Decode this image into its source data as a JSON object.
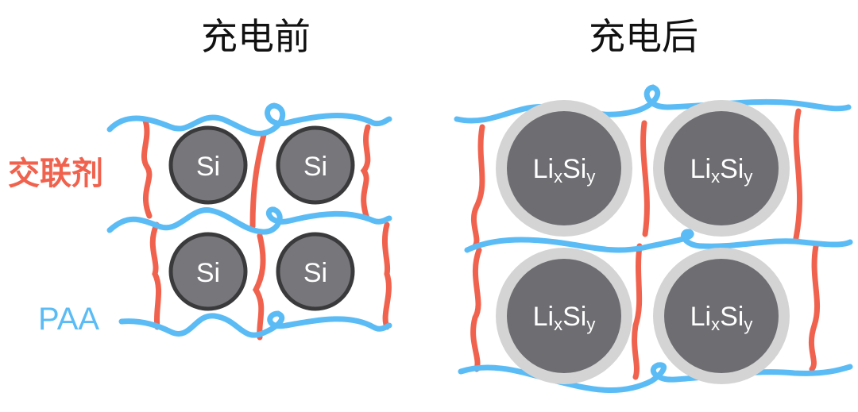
{
  "titles": {
    "before": "充电前",
    "after": "充电后"
  },
  "labels": {
    "crosslinker": "交联剂",
    "paa": "PAA"
  },
  "particles": {
    "before": "Si",
    "after_main": "Li",
    "after_sub_x": "x",
    "after_si": "Si",
    "after_sub_y": "y"
  },
  "colors": {
    "paa": "#5bbcf5",
    "crosslinker": "#f0624d",
    "particle": "#77777b",
    "expansion_ring": "#d4d4d4"
  }
}
